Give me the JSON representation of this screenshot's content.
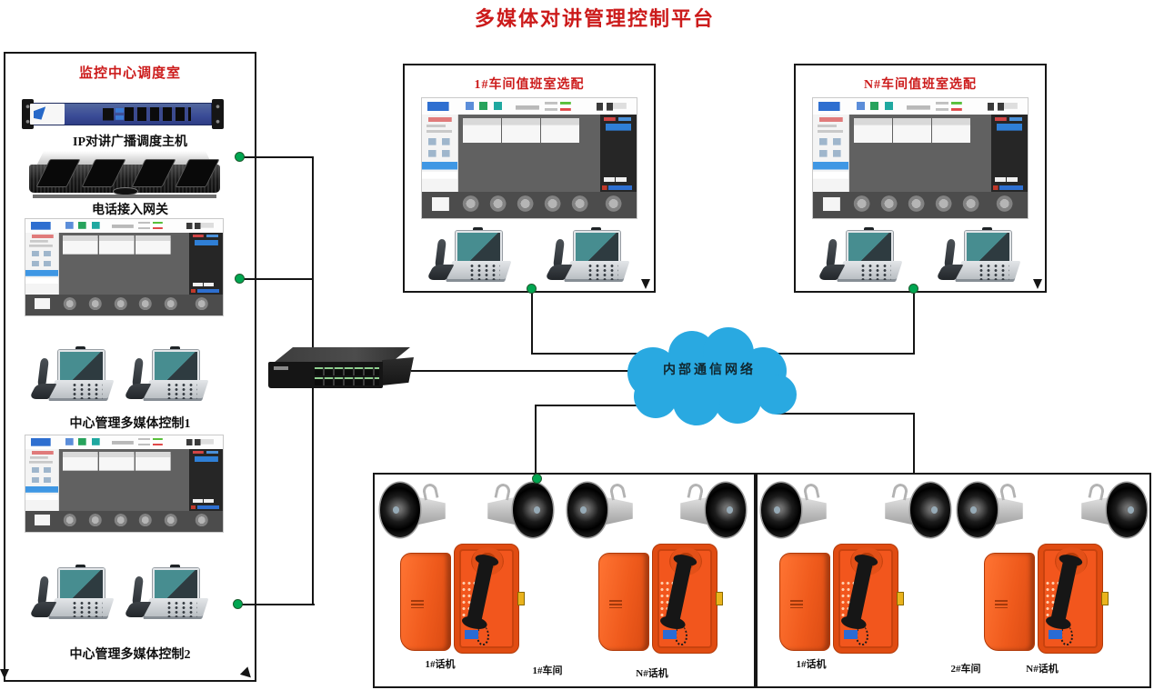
{
  "title": "多媒体对讲管理控制平台",
  "colors": {
    "title_red": "#cc1b1b",
    "line": "#151515",
    "dot_green": "#00a651",
    "cloud_blue": "#29a9e1",
    "phone_orange": "#f2561d"
  },
  "control_room": {
    "title": "监控中心调度室",
    "host_label": "IP对讲广播调度主机",
    "gateway_label": "电话接入网关",
    "console1_label": "中心管理多媒体控制1",
    "console2_label": "中心管理多媒体控制2"
  },
  "duty_rooms": [
    {
      "title": "1#车间值班室选配"
    },
    {
      "title": "N#车间值班室选配"
    }
  ],
  "network_cloud": {
    "label": "内部通信网络"
  },
  "workshops": [
    {
      "left_phone_label": "1#话机",
      "name": "1#车间",
      "right_phone_label": "N#话机"
    },
    {
      "left_phone_label": "1#话机",
      "name": "2#车间",
      "right_phone_label": "N#话机"
    }
  ]
}
